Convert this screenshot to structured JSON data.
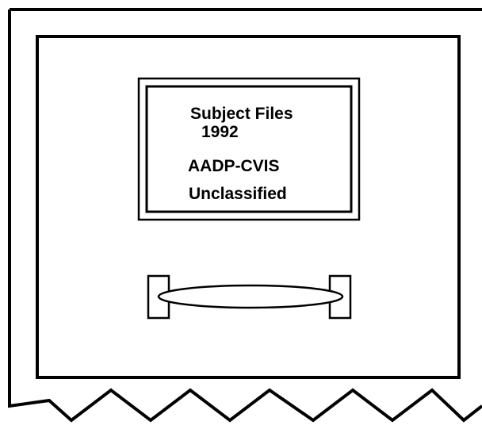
{
  "drawer_label": {
    "line1": "Subject Files",
    "line2": "1992",
    "line3": "AADP-CVIS",
    "line4": "Unclassified"
  },
  "colors": {
    "stroke": "#000000",
    "fill": "#ffffff"
  },
  "icons": {
    "handle": "drawer-handle-icon"
  }
}
